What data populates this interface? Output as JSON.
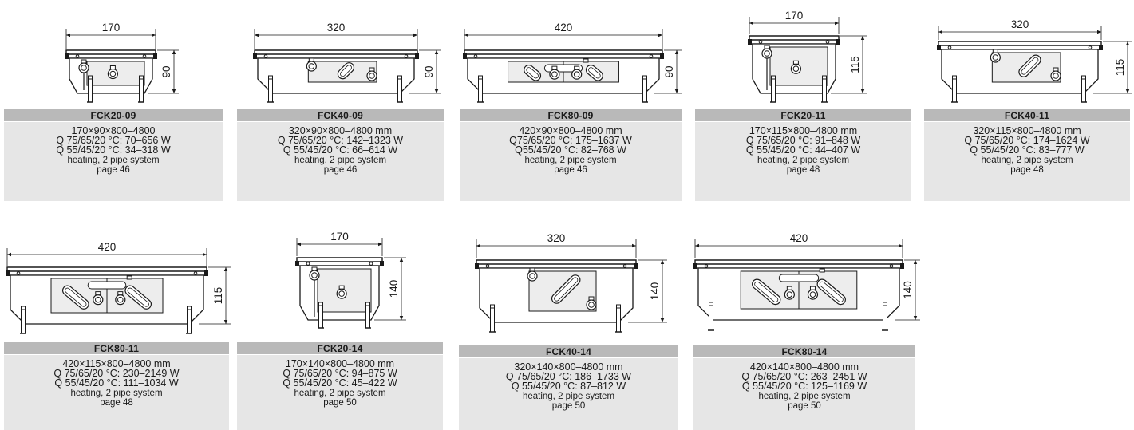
{
  "units": [
    {
      "id": "fck20-09",
      "model": "FCK20-09",
      "width": "170",
      "height": "90",
      "variant": "s",
      "dims": "170×90×800–4800",
      "q75": "Q 75/65/20 °C: 70–656 W",
      "q55": "Q 55/45/20 °C: 34–318 W",
      "system": "heating, 2 pipe system",
      "page": "page 46"
    },
    {
      "id": "fck40-09",
      "model": "FCK40-09",
      "width": "320",
      "height": "90",
      "variant": "m",
      "dims": "320×90×800–4800 mm",
      "q75": "Q 75/65/20 °C: 142–1323 W",
      "q55": "Q 55/45/20 °C: 66–614 W",
      "system": "heating, 2 pipe system",
      "page": "page 46"
    },
    {
      "id": "fck80-09",
      "model": "FCK80-09",
      "width": "420",
      "height": "90",
      "variant": "l",
      "dims": "420×90×800–4800 mm",
      "q75": "Q75/65/20 °C: 175–1637 W",
      "q55": "Q55/45/20 °C: 82–768 W",
      "system": "heating, 2 pipe system",
      "page": "page 46"
    },
    {
      "id": "fck20-11",
      "model": "FCK20-11",
      "width": "170",
      "height": "115",
      "variant": "s",
      "dims": "170×115×800–4800 mm",
      "q75": "Q 75/65/20 °C: 91–848 W",
      "q55": "Q 55/45/20 °C: 44–407 W",
      "system": "heating, 2 pipe system",
      "page": "page 48"
    },
    {
      "id": "fck40-11",
      "model": "FCK40-11",
      "width": "320",
      "height": "115",
      "variant": "m",
      "dims": "320×115×800–4800 mm",
      "q75": "Q 75/65/20 °C: 174–1624 W",
      "q55": "Q 55/45/20 °C: 83–777 W",
      "system": "heating, 2 pipe system",
      "page": "page 48"
    },
    {
      "id": "fck80-11",
      "model": "FCK80-11",
      "width": "420",
      "height": "115",
      "variant": "l",
      "dims": "420×115×800–4800 mm",
      "q75": "Q 75/65/20 °C: 230–2149 W",
      "q55": "Q 55/45/20 °C: 111–1034 W",
      "system": "heating, 2 pipe system",
      "page": "page 48"
    },
    {
      "id": "fck20-14",
      "model": "FCK20-14",
      "width": "170",
      "height": "140",
      "variant": "s",
      "dims": "170×140×800–4800 mm",
      "q75": "Q 75/65/20 °C: 94–875 W",
      "q55": "Q 55/45/20 °C: 45–422 W",
      "system": "heating, 2 pipe system",
      "page": "page 50"
    },
    {
      "id": "fck40-14",
      "model": "FCK40-14",
      "width": "320",
      "height": "140",
      "variant": "m",
      "dims": "320×140×800–4800 mm",
      "q75": "Q 75/65/20 °C: 186–1733 W",
      "q55": "Q 55/45/20 °C: 87–812 W",
      "system": "heating, 2 pipe system",
      "page": "page 50"
    },
    {
      "id": "fck80-14",
      "model": "FCK80-14",
      "width": "420",
      "height": "140",
      "variant": "l",
      "dims": "420×140×800–4800 mm",
      "q75": "Q 75/65/20 °C: 263–2451 W",
      "q55": "Q 55/45/20 °C: 125–1169 W",
      "system": "heating, 2 pipe system",
      "page": "page 50"
    }
  ],
  "colors": {
    "title_bar": "#b9b9b9",
    "spec_box": "#e6e6e6",
    "stroke": "#1a1a1a",
    "body_fill": "#ffffff",
    "block_fill": "#ededed"
  }
}
